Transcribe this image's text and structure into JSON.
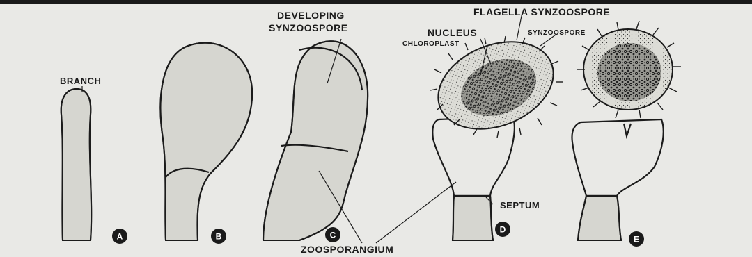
{
  "figure": {
    "labels": {
      "branch": "BRANCH",
      "developing_line1": "DEVELOPING",
      "developing_line2": "SYNZOOSPORE",
      "nucleus": "NUCLEUS",
      "chloroplast": "CHLOROPLAST",
      "synzoospore": "SYNZOOSPORE",
      "flagella_synzoospore": "FLAGELLA SYNZOOSPORE",
      "septum": "SEPTUM",
      "zoosporangium": "ZOOSPORANGIUM"
    },
    "stages": [
      "A",
      "B",
      "C",
      "D",
      "E"
    ]
  }
}
